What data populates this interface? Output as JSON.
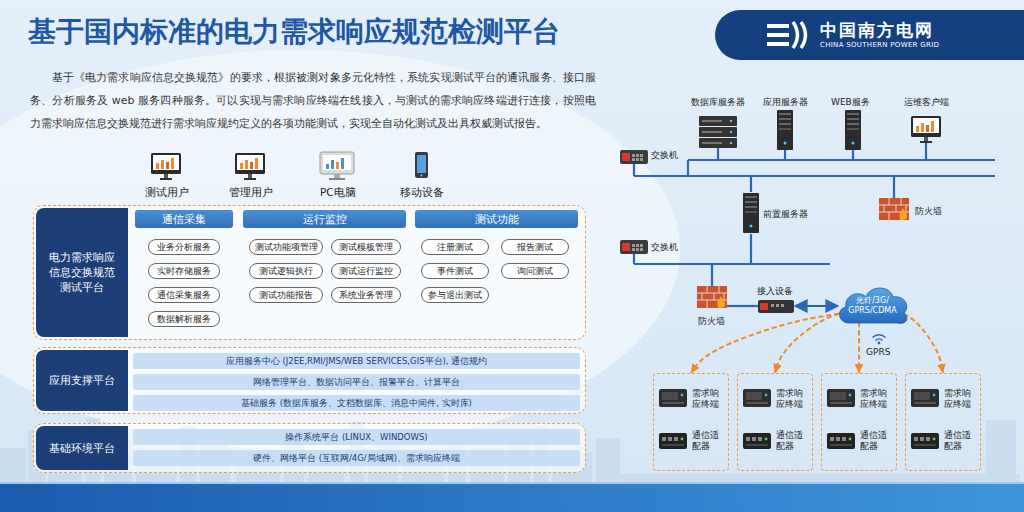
{
  "diagram": {
    "title": "基于国内标准的电力需求响应规范检测平台",
    "nodes": [
      {
        "text": [
          "中国南方电网",
          "CHINA SOUTHERN POWER GRID"
        ]
      },
      {
        "text": [
          "电力需求响应信息交换规范测试平台"
        ]
      },
      {
        "text": [
          "通信采集"
        ],
        "in": 1
      },
      {
        "text": [
          "业务分析服务"
        ],
        "in": 2
      },
      {
        "text": [
          "实时存储服务"
        ],
        "in": 2
      },
      {
        "text": [
          "通信采集服务"
        ],
        "in": 2
      },
      {
        "text": [
          "数据解析服务"
        ],
        "in": 2
      },
      {
        "text": [
          "运行监控"
        ],
        "in": 1
      },
      {
        "text": [
          "测试功能项管理"
        ],
        "in": 7
      },
      {
        "text": [
          "测试模板管理"
        ],
        "in": 7
      },
      {
        "text": [
          "测试逻辑执行"
        ],
        "in": 7
      },
      {
        "text": [
          "测试运行监控"
        ],
        "in": 7
      },
      {
        "text": [
          "测试功能报告"
        ],
        "in": 7
      },
      {
        "text": [
          "系统业务管理"
        ],
        "in": 7
      },
      {
        "text": [
          "测试功能"
        ],
        "in": 1
      },
      {
        "text": [
          "注册测试"
        ],
        "in": 14
      },
      {
        "text": [
          "报告测试"
        ],
        "in": 14
      },
      {
        "text": [
          "事件测试"
        ],
        "in": 14
      },
      {
        "text": [
          "询问测试"
        ],
        "in": 14
      },
      {
        "text": [
          "参与退出测试"
        ],
        "in": 14
      },
      {
        "text": [
          "应用支撑平台"
        ]
      },
      {
        "text": [
          "应用服务中心 (J2EE,RMI/JMS/WEB SERVICES,GIS平台), 通信规约"
        ],
        "in": 20
      },
      {
        "text": [
          "网络管理平台、数据访问平台、报警平台、计算平台"
        ],
        "in": 20
      },
      {
        "text": [
          "基础服务 (数据库服务、文档数据库、消息中间件, 实时库)"
        ],
        "in": 20
      },
      {
        "text": [
          "基础环境平台"
        ]
      },
      {
        "text": [
          "操作系统平台 (LINUX、WINDOWS)"
        ],
        "in": 24
      },
      {
        "text": [
          "硬件、网络平台 (互联网/4G/局域网)、需求响应终端"
        ],
        "in": 24
      },
      {
        "text": [
          "光纤/3G/ GPRS/CDMA"
        ]
      },
      {
        "text": [
          "需求响应终端",
          "通信适配器"
        ]
      },
      {
        "text": [
          "需求响应终端",
          "通信适配器"
        ]
      },
      {
        "text": [
          "需求响应终端",
          "通信适配器"
        ]
      },
      {
        "text": [
          "需求响应终端",
          "通信适配器"
        ]
      }
    ],
    "edges": [
      {
        "from": 27,
        "to": 28,
        "arrow": "to"
      },
      {
        "from": 27,
        "to": 29,
        "arrow": "to"
      },
      {
        "from": 27,
        "to": 30,
        "arrow": "to"
      },
      {
        "from": 27,
        "to": 31,
        "arrow": "to"
      }
    ],
    "labels": [
      "基于《电力需求响应信息交换规范》的要求，根据被测对象多元化特性，系统实现测试平台的通讯服务、接口服务、分析服务及 web 服务四种服务。可以实现与需求响应终端在线接入，与测试的需求响应终端进行连接，按照电力需求响应信息交换规范进行需求响应规约定义的各项功能测试，实现全自动化测试及出具权威测试报告。",
      "测试用户",
      "管理用户",
      "PC电脑",
      "移动设备",
      "数据库服务器",
      "应用服务器",
      "WEB服务",
      "运维客户端",
      "交换机",
      "前置服务器",
      "防火墙",
      "交换机",
      "接入设备",
      "防火墙",
      "GPRS"
    ]
  }
}
